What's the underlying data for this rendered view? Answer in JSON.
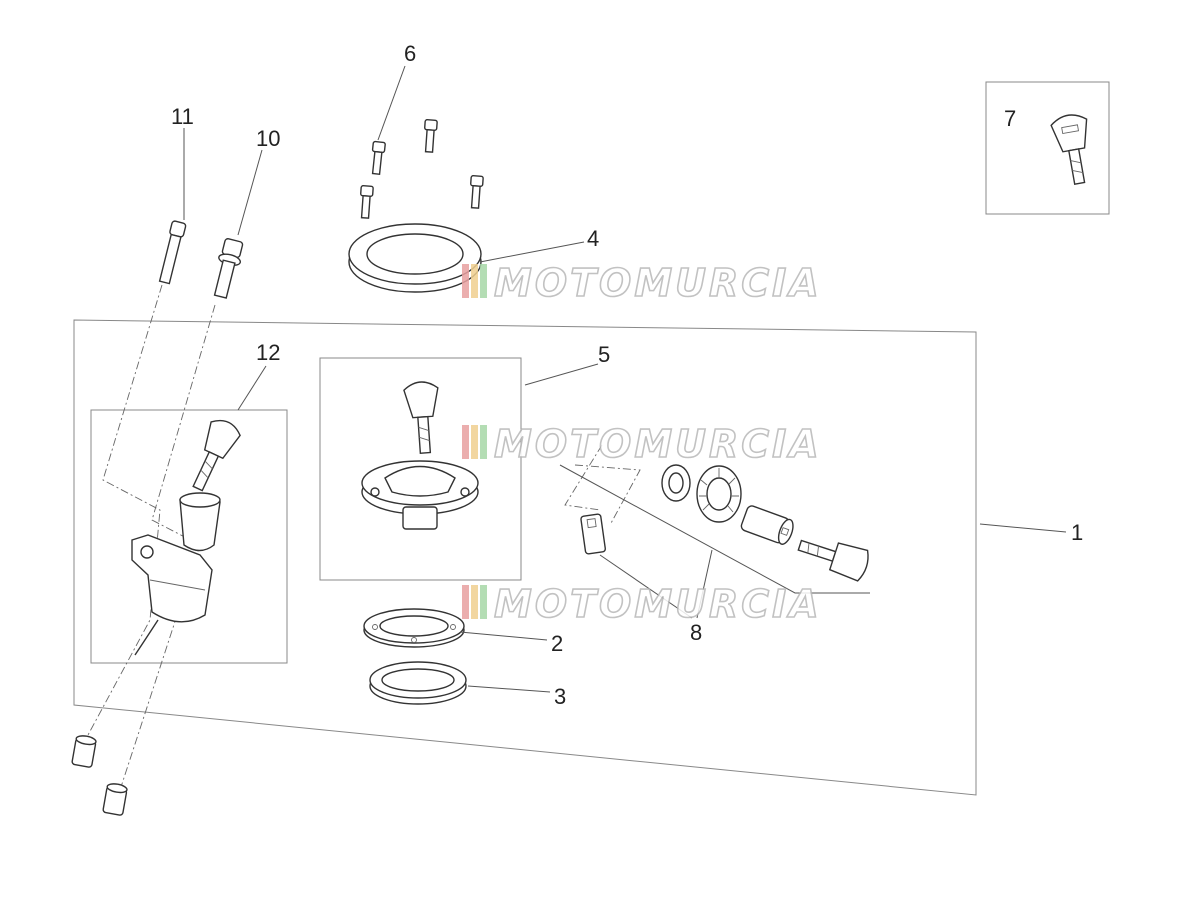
{
  "diagram": {
    "callouts": [
      {
        "id": "c1",
        "label": "1"
      },
      {
        "id": "c2",
        "label": "2"
      },
      {
        "id": "c3",
        "label": "3"
      },
      {
        "id": "c4",
        "label": "4"
      },
      {
        "id": "c5",
        "label": "5"
      },
      {
        "id": "c6",
        "label": "6"
      },
      {
        "id": "c7",
        "label": "7"
      },
      {
        "id": "c8",
        "label": "8"
      },
      {
        "id": "c10",
        "label": "10"
      },
      {
        "id": "c11",
        "label": "11"
      },
      {
        "id": "c12",
        "label": "12"
      }
    ],
    "watermark": {
      "text": "MOTOMURCIA",
      "stripe_colors": [
        "#e8a0a0",
        "#f0d090",
        "#a8d8a8"
      ]
    },
    "colors": {
      "line": "#333333",
      "frame": "#888888",
      "background": "#ffffff"
    }
  }
}
